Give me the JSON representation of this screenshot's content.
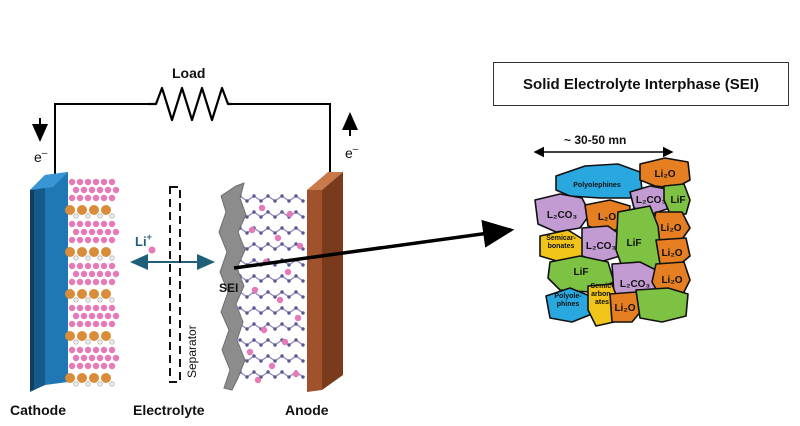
{
  "labels": {
    "load": "Load",
    "electron": "e",
    "electron_sup": "–",
    "li_ion": "Li",
    "li_ion_sup": "+",
    "separator": "Separator",
    "sei_short": "SEI",
    "cathode": "Cathode",
    "electrolyte": "Electrolyte",
    "anode": "Anode",
    "sei_title": "Solid Electrolyte Interphase (SEI)",
    "thickness": "~ 30-50 mn"
  },
  "sei_components": [
    {
      "id": "polyolephines-top",
      "text": "Polyolephines",
      "color": "#29a8e0"
    },
    {
      "id": "li2o-top",
      "text": "Li₂O",
      "color": "#e67e22"
    },
    {
      "id": "l2co-top",
      "text": "L₂CO₃",
      "color": "#c39bd3"
    },
    {
      "id": "lif-top",
      "text": "LiF",
      "color": "#7dc242"
    },
    {
      "id": "l2co3-left",
      "text": "L₂CO₃",
      "color": "#c39bd3"
    },
    {
      "id": "l2o-mid",
      "text": "L₂O",
      "color": "#e67e22"
    },
    {
      "id": "li2o-right1",
      "text": "Li₂O",
      "color": "#e67e22"
    },
    {
      "id": "semicarb-left",
      "text": "Semicar- bonates",
      "color": "#f0c419"
    },
    {
      "id": "l2co3-mid",
      "text": "L₂CO₃",
      "color": "#c39bd3"
    },
    {
      "id": "lif-mid",
      "text": "LiF",
      "color": "#7dc242"
    },
    {
      "id": "li2o-right2",
      "text": "Li₂O",
      "color": "#e67e22"
    },
    {
      "id": "lif-left",
      "text": "LiF",
      "color": "#7dc242"
    },
    {
      "id": "l2co3-low",
      "text": "L₂CO₃",
      "color": "#c39bd3"
    },
    {
      "id": "li2o-right3",
      "text": "Li₂O",
      "color": "#e67e22"
    },
    {
      "id": "polyolephines-bottom",
      "text": "Polyole- phines",
      "color": "#29a8e0"
    },
    {
      "id": "semicarb-bottom",
      "text": "Semic- arbon- ates",
      "color": "#f0c419"
    },
    {
      "id": "li2o-bottom",
      "text": "Li₂O",
      "color": "#e67e22"
    },
    {
      "id": "lif-bottom",
      "text": "",
      "color": "#7dc242"
    }
  ],
  "colors": {
    "cathode_plate": "#1f77b4",
    "anode_plate": "#a0522d",
    "sei_layer": "#8c8c8c",
    "li_ion_arrow": "#1f5f7a",
    "lithium_dot": "#e679b8",
    "oxygen_dot": "#d98c3a",
    "graphite": "#8a86b8"
  }
}
